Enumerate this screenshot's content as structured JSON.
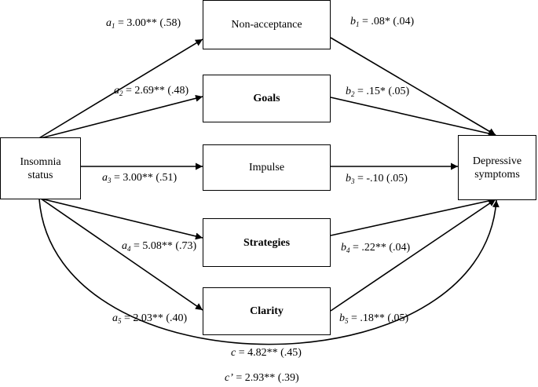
{
  "nodes": {
    "insomnia": {
      "line1": "Insomnia",
      "line2": "status"
    },
    "depressive": {
      "line1": "Depressive",
      "line2": "symptoms"
    },
    "nonacceptance": "Non-acceptance",
    "goals": "Goals",
    "impulse": "Impulse",
    "strategies": "Strategies",
    "clarity": "Clarity"
  },
  "paths": {
    "a1": {
      "sym": "a",
      "sub": "1",
      "value": " = 3.00** (.58)"
    },
    "a2": {
      "sym": "a",
      "sub": "2",
      "value": " = 2.69** (.48)"
    },
    "a3": {
      "sym": "a",
      "sub": "3",
      "value": " = 3.00** (.51)"
    },
    "a4": {
      "sym": "a",
      "sub": "4",
      "value": " = 5.08** (.73)"
    },
    "a5": {
      "sym": "a",
      "sub": "5",
      "value": " = 2.03** (.40)"
    },
    "b1": {
      "sym": "b",
      "sub": "1",
      "value": " = .08* (.04)"
    },
    "b2": {
      "sym": "b",
      "sub": "2",
      "value": " = .15* (.05)"
    },
    "b3": {
      "sym": "b",
      "sub": "3",
      "value": " = -.10 (.05)"
    },
    "b4": {
      "sym": "b",
      "sub": "4",
      "value": " = .22** (.04)"
    },
    "b5": {
      "sym": "b",
      "sub": "5",
      "value": " = .18** (.05)"
    },
    "c": {
      "sym": "c",
      "value": " = 4.82** (.45)"
    },
    "c_prime": {
      "sym": "c’",
      "value": " = 2.93** (.39)"
    }
  }
}
